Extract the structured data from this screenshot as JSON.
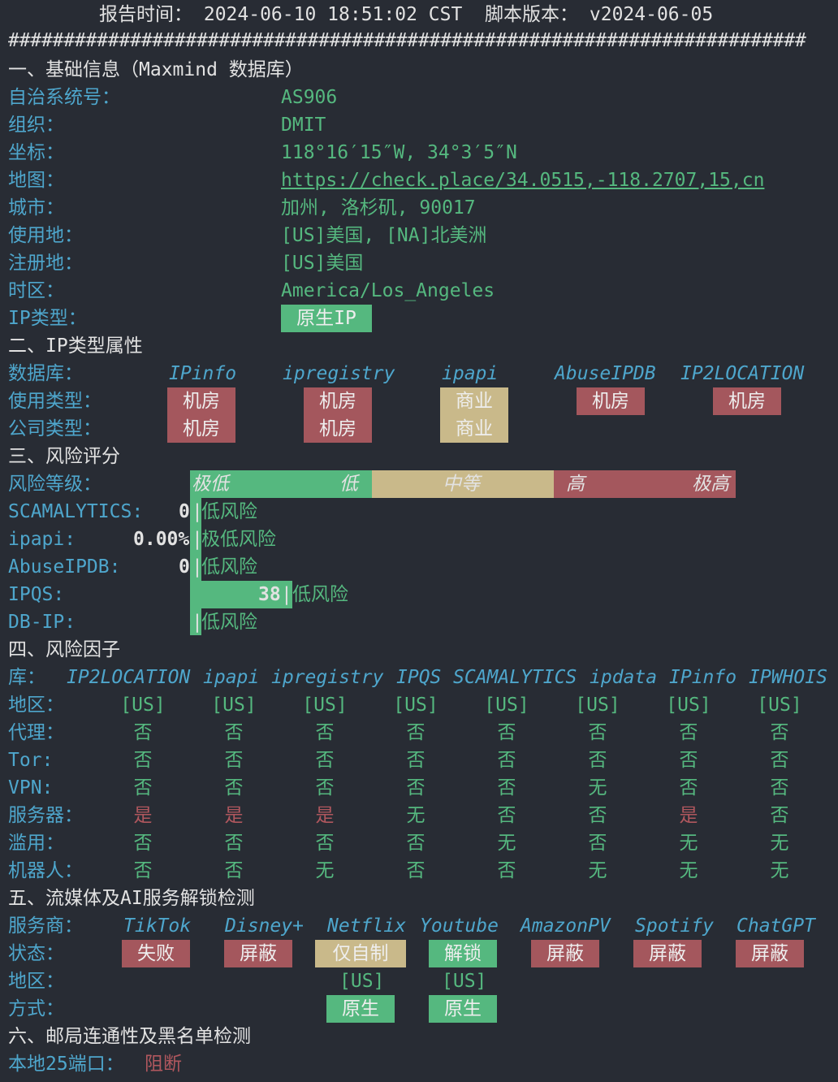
{
  "header": {
    "report_time": "报告时间： 2024-06-10 18:51:02 CST  脚本版本： v2024-06-05",
    "separator": "########################################################################"
  },
  "basic": {
    "title": "一、基础信息（Maxmind 数据库）",
    "rows": [
      {
        "label": "自治系统号：",
        "value": "AS906"
      },
      {
        "label": "组织：",
        "value": "DMIT"
      },
      {
        "label": "坐标：",
        "value": "118°16′15″W, 34°3′5″N"
      },
      {
        "label": "地图：",
        "value": "https://check.place/34.0515,-118.2707,15,cn"
      },
      {
        "label": "城市：",
        "value": "加州, 洛杉矶, 90017"
      },
      {
        "label": "使用地：",
        "value": "[US]美国, [NA]北美洲"
      },
      {
        "label": "注册地：",
        "value": "[US]美国"
      },
      {
        "label": "时区：",
        "value": "America/Los_Angeles"
      },
      {
        "label": "IP类型：",
        "value": "原生IP"
      }
    ]
  },
  "iptype": {
    "title": "二、IP类型属性",
    "db_label": "数据库：",
    "usage_label": "使用类型：",
    "company_label": "公司类型：",
    "dbs": [
      "IPinfo",
      "ipregistry",
      "ipapi",
      "AbuseIPDB",
      "IP2LOCATION"
    ],
    "usage": [
      "机房",
      "机房",
      "商业",
      "机房",
      "机房"
    ],
    "company": [
      "机房",
      "机房",
      "商业"
    ]
  },
  "risk": {
    "title": "三、风险评分",
    "level_label": "风险等级：",
    "levels": [
      "极低",
      "低",
      "中等",
      "高",
      "极高"
    ],
    "scores": [
      {
        "label": "SCAMALYTICS:",
        "score": "0",
        "text": "低风险"
      },
      {
        "label": "ipapi:",
        "score": "0.00%",
        "text": "极低风险"
      },
      {
        "label": "AbuseIPDB:",
        "score": "0",
        "text": "低风险"
      },
      {
        "label": "IPQS:",
        "score": "38",
        "text": "低风险"
      },
      {
        "label": "DB-IP:",
        "score": "",
        "text": "低风险"
      }
    ],
    "bar": "|"
  },
  "factors": {
    "title": "四、风险因子",
    "lib_label": "库：",
    "dbs": [
      "IP2LOCATION",
      "ipapi",
      "ipregistry",
      "IPQS",
      "SCAMALYTICS",
      "ipdata",
      "IPinfo",
      "IPWHOIS"
    ],
    "rows": [
      {
        "label": "地区：",
        "values": [
          "[US]",
          "[US]",
          "[US]",
          "[US]",
          "[US]",
          "[US]",
          "[US]",
          "[US]"
        ]
      },
      {
        "label": "代理：",
        "values": [
          "否",
          "否",
          "否",
          "否",
          "否",
          "否",
          "否",
          "否"
        ]
      },
      {
        "label": "Tor:",
        "values": [
          "否",
          "否",
          "否",
          "否",
          "否",
          "否",
          "否",
          "否"
        ]
      },
      {
        "label": "VPN:",
        "values": [
          "否",
          "否",
          "否",
          "否",
          "否",
          "无",
          "否",
          "否"
        ]
      },
      {
        "label": "服务器：",
        "values": [
          "是",
          "是",
          "是",
          "无",
          "否",
          "否",
          "是",
          "否"
        ]
      },
      {
        "label": "滥用：",
        "values": [
          "否",
          "否",
          "否",
          "否",
          "无",
          "否",
          "无",
          "无"
        ]
      },
      {
        "label": "机器人：",
        "values": [
          "否",
          "否",
          "无",
          "否",
          "否",
          "无",
          "无",
          "无"
        ]
      }
    ]
  },
  "streaming": {
    "title": "五、流媒体及AI服务解锁检测",
    "provider_label": "服务商：",
    "status_label": "状态：",
    "region_label": "地区：",
    "mode_label": "方式：",
    "services": [
      "TikTok",
      "Disney+",
      "Netflix",
      "Youtube",
      "AmazonPV",
      "Spotify",
      "ChatGPT"
    ],
    "status": [
      "失败",
      "屏蔽",
      "仅自制",
      "解锁",
      "屏蔽",
      "屏蔽",
      "屏蔽"
    ],
    "region": [
      "[US]",
      "[US]"
    ],
    "mode": [
      "原生",
      "原生"
    ]
  },
  "mail": {
    "title": "六、邮局连通性及黑名单检测",
    "port_label": "本地25端口：",
    "port_value": "阻断"
  },
  "colors": {
    "bg": "#282c34",
    "label": "#4ea6cc",
    "ok": "#55b87f",
    "bad": "#a4575d",
    "mid": "#c9b98a"
  }
}
